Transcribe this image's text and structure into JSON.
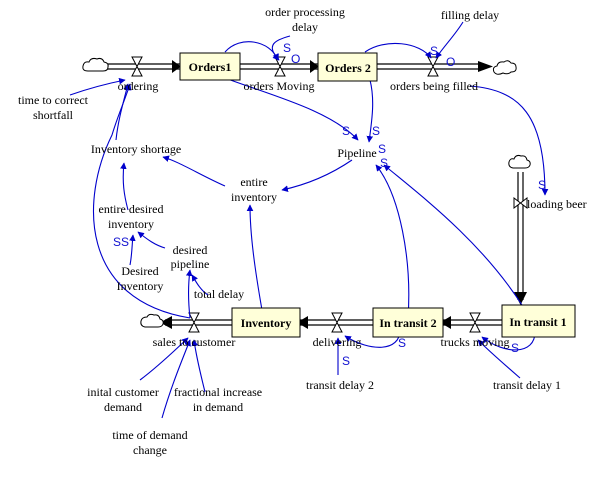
{
  "stocks": {
    "orders1": "Orders1",
    "orders2": "Orders 2",
    "inventory": "Inventory",
    "in_transit2": "In transit 2",
    "in_transit1": "In transit 1"
  },
  "flows": {
    "ordering": "ordering",
    "orders_moving": "orders Moving",
    "orders_being_filled": "orders being filled",
    "loading_beer": "loading beer",
    "trucks_moving": "trucks moving",
    "delivering": "delivering",
    "sales_to_customer": "sales to customer"
  },
  "variables": {
    "order_processing_delay_1": "order processing",
    "order_processing_delay_2": "delay",
    "filling_delay": "filling delay",
    "time_to_correct_1": "time to correct",
    "time_to_correct_2": "shortfall",
    "inventory_shortage": "Inventory shortage",
    "pipeline": "Pipeline",
    "entire_inventory_1": "entire",
    "entire_inventory_2": "inventory",
    "entire_desired_1": "entire desired",
    "entire_desired_2": "inventory",
    "desired_pipeline_1": "desired",
    "desired_pipeline_2": "pipeline",
    "desired_inventory_1": "Desired",
    "desired_inventory_2": "Inventory",
    "total_delay": "total delay",
    "transit_delay_1": "transit delay 1",
    "transit_delay_2": "transit delay 2",
    "initial_demand_1": "inital customer",
    "initial_demand_2": "demand",
    "fractional_increase_1": "fractional increase",
    "fractional_increase_2": "in demand",
    "time_of_change_1": "time of demand",
    "time_of_change_2": "change"
  },
  "polarity": {
    "s": "S",
    "o": "O"
  },
  "colors": {
    "stock_fill": "#ffffd9",
    "link": "#0000cc",
    "polarity": "#1010d0"
  }
}
